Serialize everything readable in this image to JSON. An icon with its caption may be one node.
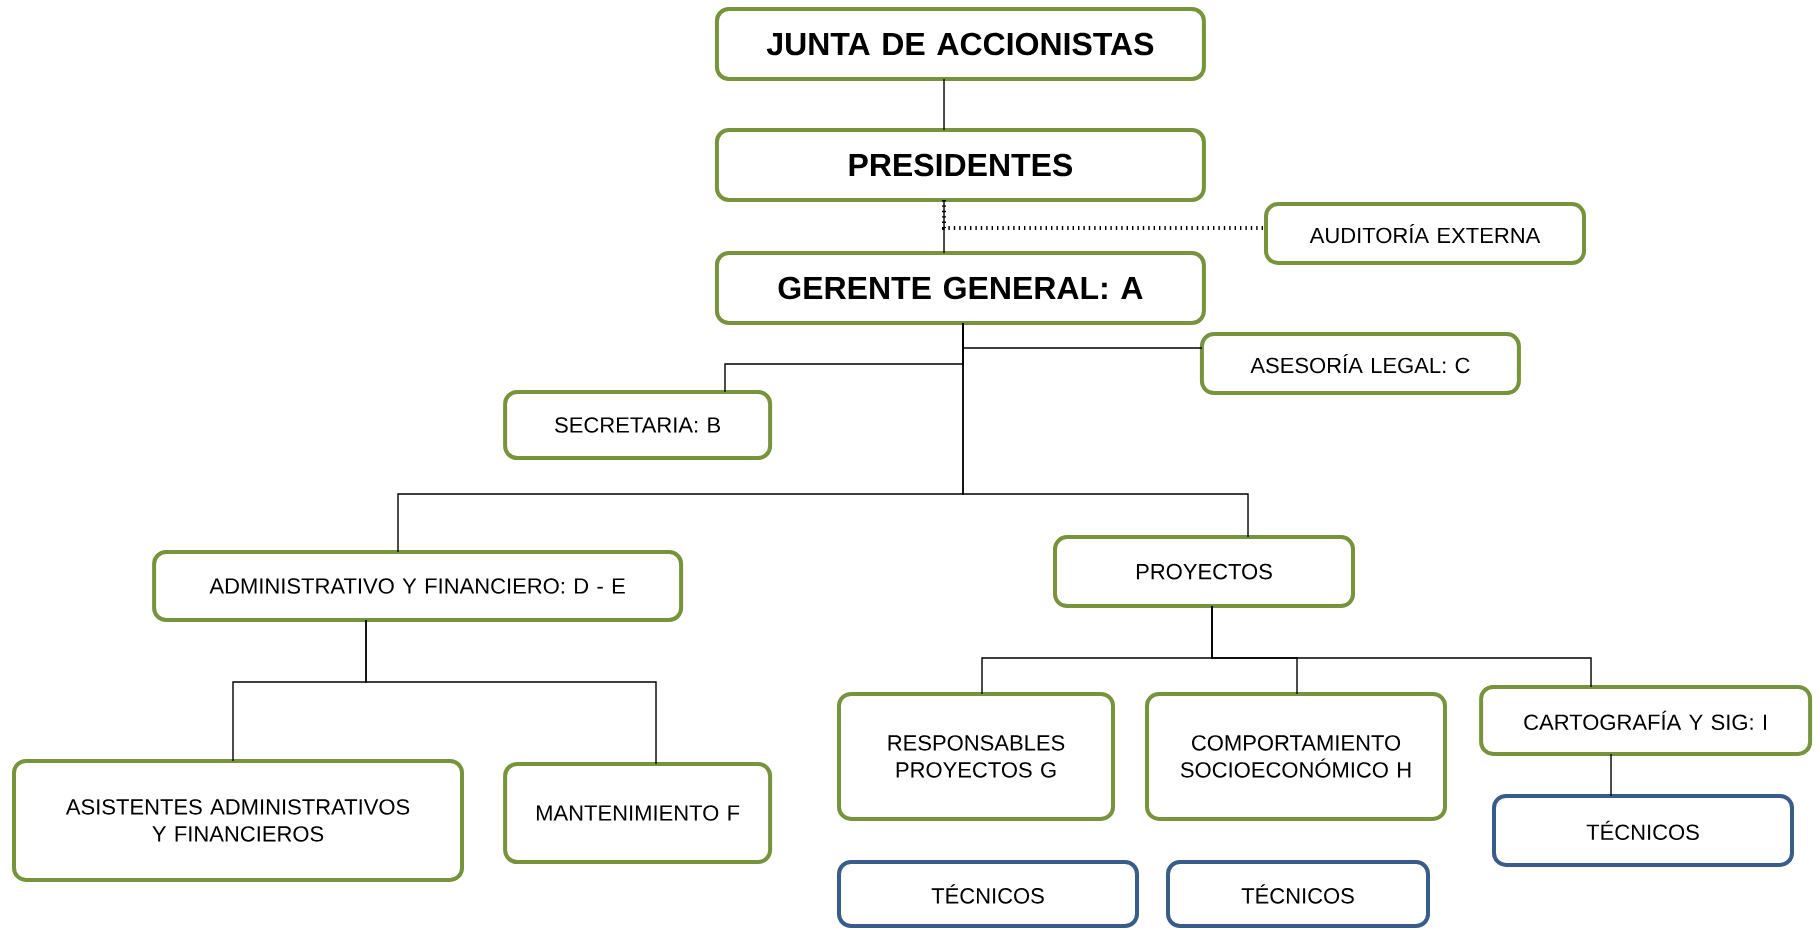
{
  "diagram": {
    "nodes": [
      {
        "text": [
          "JUNTA DE ACCIONISTAS"
        ]
      },
      {
        "text": [
          "PRESIDENTES"
        ]
      },
      {
        "text": [
          "AUDITORÍA EXTERNA"
        ]
      },
      {
        "text": [
          "GERENTE GENERAL: A"
        ]
      },
      {
        "text": [
          "ASESORÍA LEGAL: C"
        ]
      },
      {
        "text": [
          "SECRETARIA: B"
        ]
      },
      {
        "text": [
          "ADMINISTRATIVO Y FINANCIERO: D - E"
        ]
      },
      {
        "text": [
          "PROYECTOS"
        ]
      },
      {
        "text": [
          "ASISTENTES ADMINISTRATIVOS Y FINANCIEROS"
        ]
      },
      {
        "text": [
          "MANTENIMIENTO F"
        ]
      },
      {
        "text": [
          "RESPONSABLES PROYECTOS G"
        ]
      },
      {
        "text": [
          "COMPORTAMIENTO SOCIOECONÓMICO H"
        ]
      },
      {
        "text": [
          "CARTOGRAFÍA Y SIG: I"
        ]
      },
      {
        "text": [
          "TÉCNICOS"
        ]
      },
      {
        "text": [
          "TÉCNICOS"
        ]
      },
      {
        "text": [
          "TÉCNICOS"
        ]
      }
    ],
    "edges": [
      {
        "from": 0,
        "to": 1,
        "arrow": "none"
      },
      {
        "from": 1,
        "to": 3,
        "arrow": "none"
      },
      {
        "from": 1,
        "to": 2,
        "arrow": "none",
        "style": "dashed"
      },
      {
        "from": 3,
        "to": 4,
        "arrow": "none"
      },
      {
        "from": 3,
        "to": 5,
        "arrow": "none"
      },
      {
        "from": 3,
        "to": 6,
        "arrow": "none"
      },
      {
        "from": 3,
        "to": 7,
        "arrow": "none"
      },
      {
        "from": 6,
        "to": 8,
        "arrow": "none"
      },
      {
        "from": 6,
        "to": 9,
        "arrow": "none"
      },
      {
        "from": 7,
        "to": 10,
        "arrow": "none"
      },
      {
        "from": 7,
        "to": 11,
        "arrow": "none"
      },
      {
        "from": 7,
        "to": 12,
        "arrow": "none"
      },
      {
        "from": 12,
        "to": 13,
        "arrow": "none"
      }
    ]
  }
}
